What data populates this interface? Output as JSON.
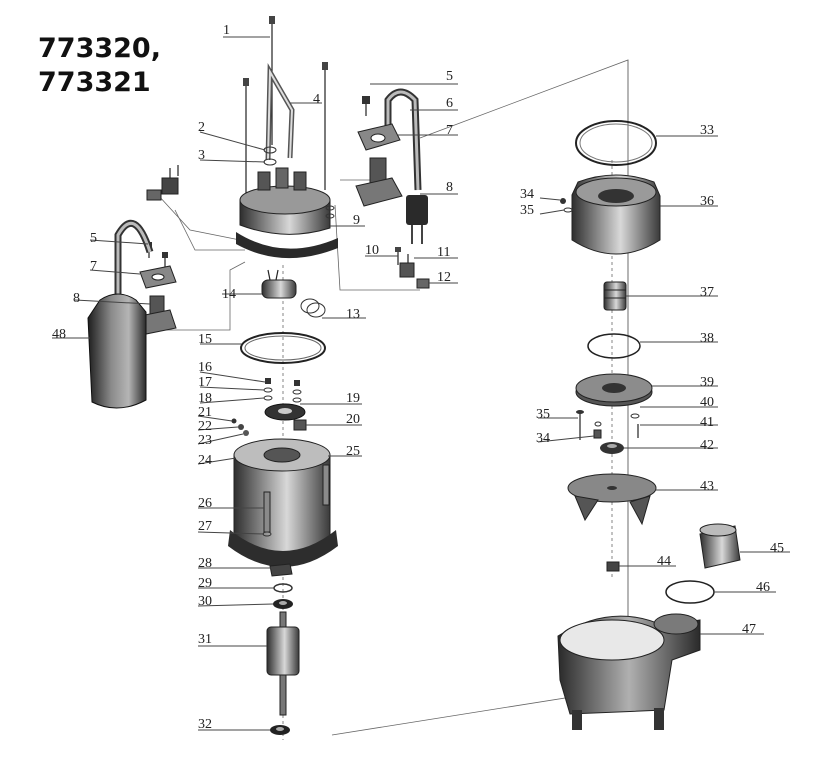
{
  "model_numbers": [
    "773320,",
    "773321"
  ],
  "part_labels": [
    "1",
    "2",
    "3",
    "4",
    "5",
    "6",
    "7",
    "8",
    "9",
    "10",
    "11",
    "12",
    "13",
    "14",
    "15",
    "16",
    "17",
    "18",
    "19",
    "20",
    "21",
    "22",
    "23",
    "24",
    "25",
    "26",
    "27",
    "28",
    "29",
    "30",
    "31",
    "32",
    "33",
    "34",
    "35",
    "36",
    "37",
    "38",
    "39",
    "40",
    "41",
    "42",
    "43",
    "44",
    "45",
    "46",
    "47",
    "48"
  ],
  "duplicate_labels": [
    "5",
    "7",
    "8",
    "34",
    "35"
  ],
  "colors": {
    "ink": "#222222",
    "metal_dark": "#3a3a3a",
    "metal_mid": "#7a7a7a",
    "metal_light": "#cfcfcf"
  }
}
